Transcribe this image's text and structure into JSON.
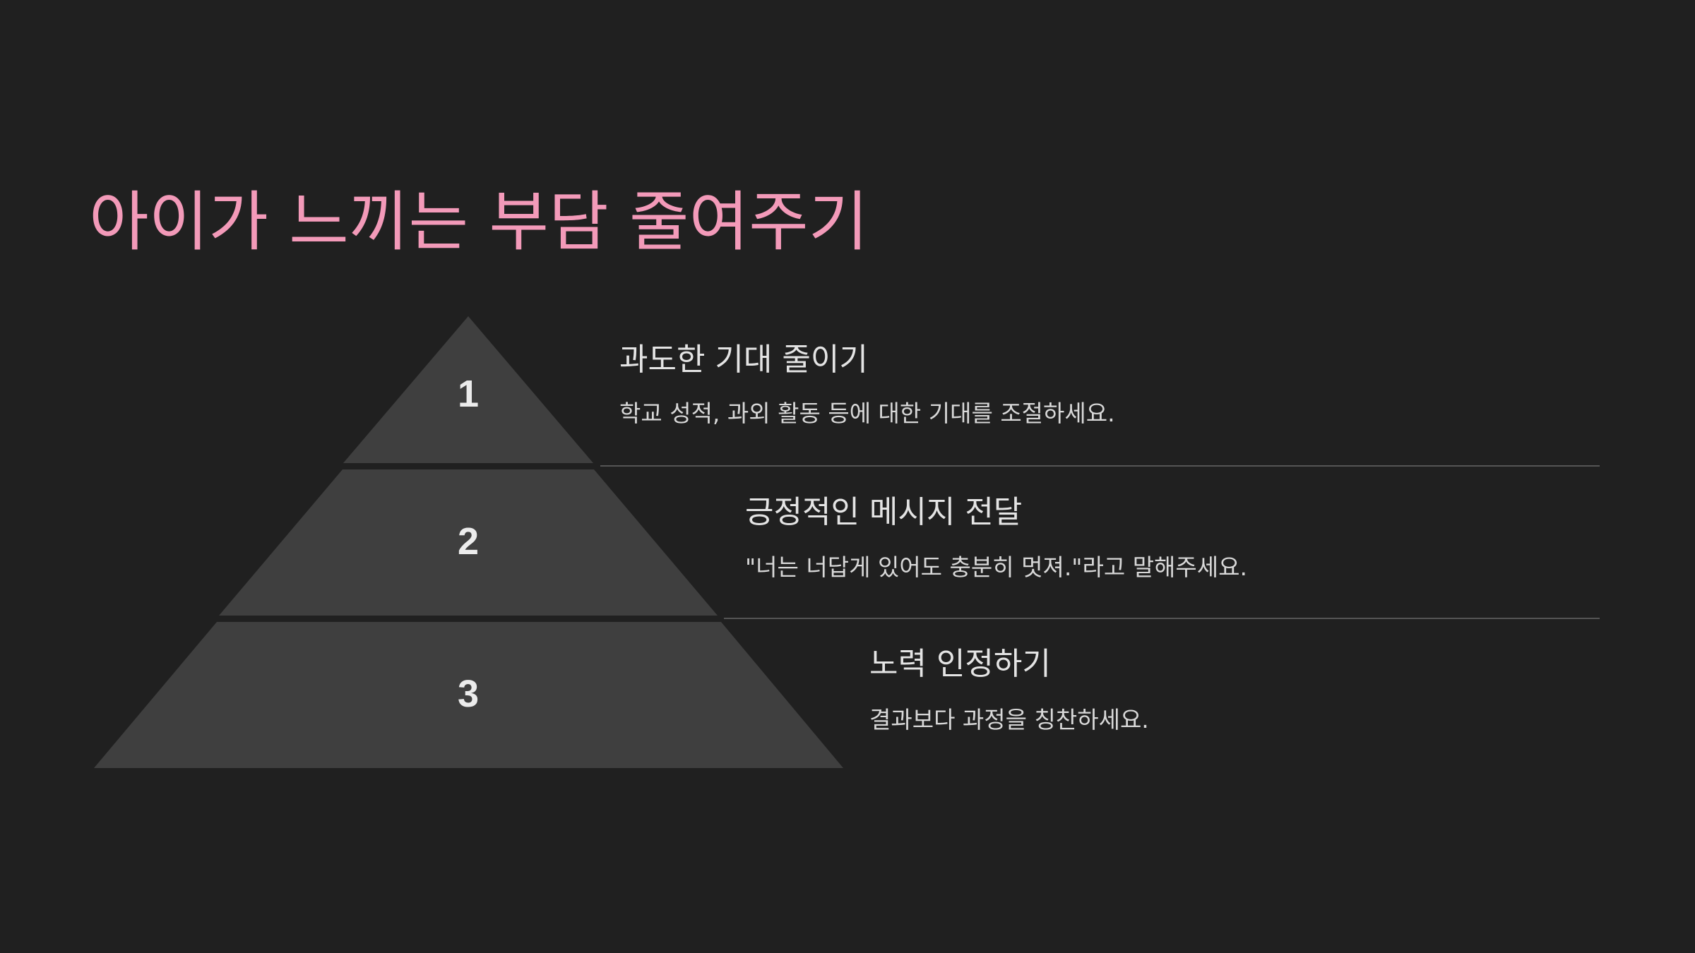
{
  "slide": {
    "title": "아이가 느끼는 부담 줄여주기",
    "colors": {
      "background": "#202020",
      "title": "#f39ab9",
      "tier_fill": "#3f3f3f",
      "divider": "#555555"
    },
    "steps": [
      {
        "number": "1",
        "heading": "과도한 기대 줄이기",
        "description": "학교 성적, 과외 활동 등에 대한 기대를 조절하세요."
      },
      {
        "number": "2",
        "heading": "긍정적인 메시지 전달",
        "description": "\"너는 너답게 있어도 충분히 멋져.\"라고 말해주세요."
      },
      {
        "number": "3",
        "heading": "노력 인정하기",
        "description": "결과보다 과정을 칭찬하세요."
      }
    ]
  }
}
